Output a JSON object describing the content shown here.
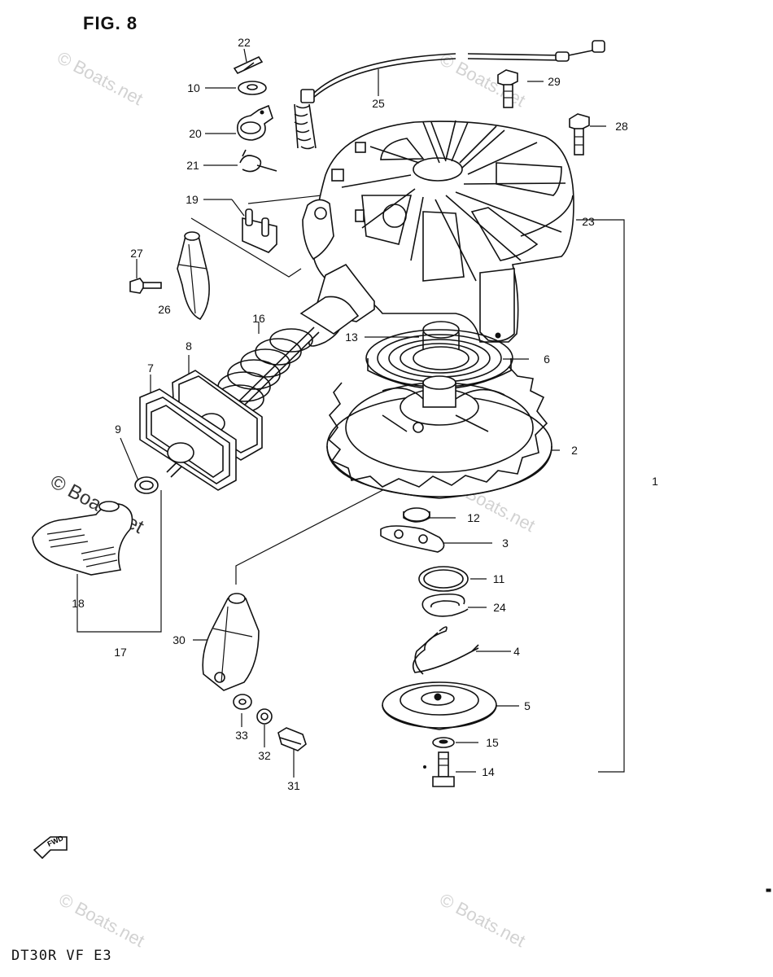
{
  "figure": {
    "title": "FIG. 8",
    "model_code": "DT30R VF E3"
  },
  "watermarks": [
    "© Boats.net"
  ],
  "fwd_label": "FWD",
  "callouts": [
    {
      "id": "c1",
      "text": "1"
    },
    {
      "id": "c2",
      "text": "2"
    },
    {
      "id": "c3",
      "text": "3"
    },
    {
      "id": "c4",
      "text": "4"
    },
    {
      "id": "c5",
      "text": "5"
    },
    {
      "id": "c6",
      "text": "6"
    },
    {
      "id": "c7",
      "text": "7"
    },
    {
      "id": "c8",
      "text": "8"
    },
    {
      "id": "c9",
      "text": "9"
    },
    {
      "id": "c10",
      "text": "10"
    },
    {
      "id": "c11",
      "text": "11"
    },
    {
      "id": "c12",
      "text": "12"
    },
    {
      "id": "c13",
      "text": "13"
    },
    {
      "id": "c14",
      "text": "14"
    },
    {
      "id": "c15",
      "text": "15"
    },
    {
      "id": "c16",
      "text": "16"
    },
    {
      "id": "c17",
      "text": "17"
    },
    {
      "id": "c18",
      "text": "18"
    },
    {
      "id": "c19",
      "text": "19"
    },
    {
      "id": "c20",
      "text": "20"
    },
    {
      "id": "c21",
      "text": "21"
    },
    {
      "id": "c22",
      "text": "22"
    },
    {
      "id": "c23",
      "text": "23"
    },
    {
      "id": "c24",
      "text": "24"
    },
    {
      "id": "c25",
      "text": "25"
    },
    {
      "id": "c26",
      "text": "26"
    },
    {
      "id": "c27",
      "text": "27"
    },
    {
      "id": "c28",
      "text": "28"
    },
    {
      "id": "c29",
      "text": "29"
    },
    {
      "id": "c30",
      "text": "30"
    },
    {
      "id": "c31",
      "text": "31"
    },
    {
      "id": "c32",
      "text": "32"
    },
    {
      "id": "c33",
      "text": "33"
    }
  ],
  "colors": {
    "line": "#111111",
    "watermark": "#d2d2d2",
    "background": "#ffffff"
  }
}
